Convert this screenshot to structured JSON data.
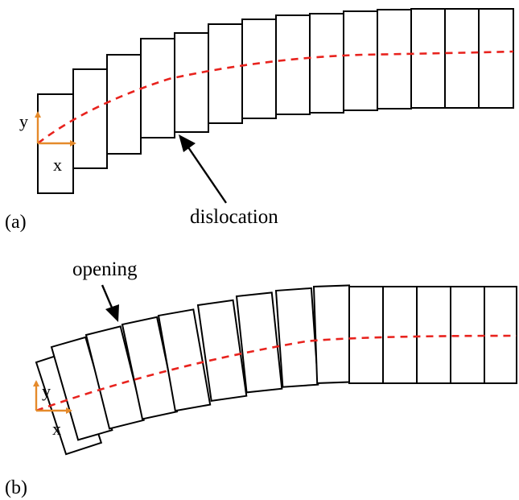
{
  "panel_a": {
    "tag": "(a)",
    "axis_x": "x",
    "axis_y": "y",
    "annotation": "dislocation"
  },
  "panel_b": {
    "tag": "(b)",
    "axis_x": "x",
    "axis_y": "y",
    "annotation": "opening"
  },
  "colors": {
    "block_stroke": "#000000",
    "centerline": "#e8231e",
    "axis_arrows": "#e58a2b"
  }
}
